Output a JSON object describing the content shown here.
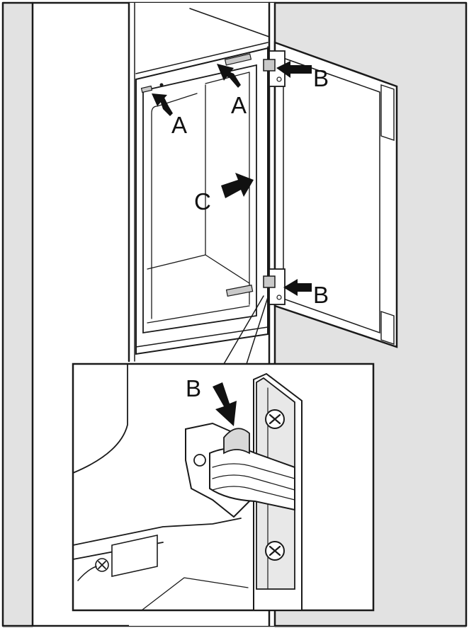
{
  "colors": {
    "wall": "#e2e2e2",
    "line": "#1a1a1a",
    "white": "#ffffff",
    "shade": "#c9c9c9"
  },
  "labels": {
    "a_left": "A",
    "a_right": "A",
    "b_top": "B",
    "b_bottom": "B",
    "b_detail": "B",
    "c": "C"
  }
}
